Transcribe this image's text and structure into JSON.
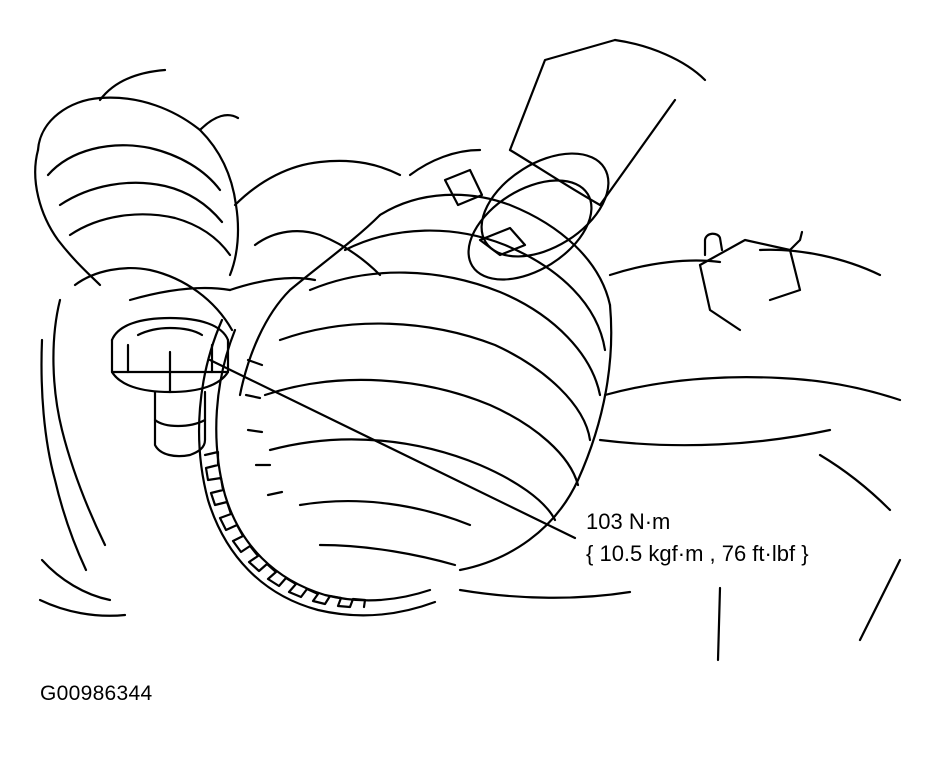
{
  "callout": {
    "torque_line_1": "103 N·m",
    "torque_line_2": "{ 10.5 kgf·m , 76 ft·lbf }"
  },
  "figure": {
    "id": "G00986344"
  },
  "icons": {
    "drawing": "cv-joint-boot-and-nut-line-drawing"
  }
}
